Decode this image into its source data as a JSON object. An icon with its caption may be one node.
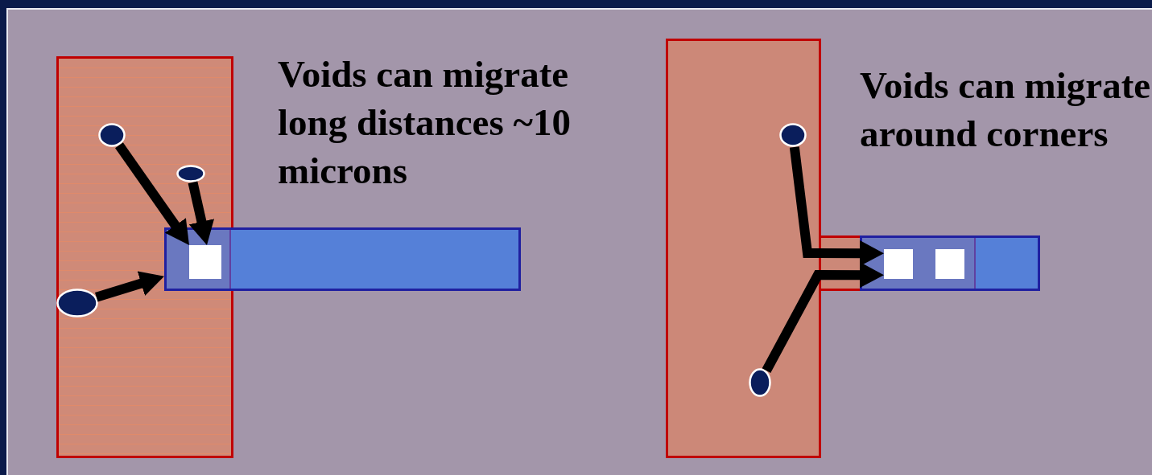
{
  "diagram": {
    "nodes": [
      {
        "text": [],
        "shape": "bar"
      },
      {
        "text": [],
        "shape": "bar"
      },
      {
        "text": [],
        "shape": "box"
      },
      {
        "text": [],
        "shape": "circle",
        "in": 0
      },
      {
        "text": [],
        "shape": "circle",
        "in": 0
      },
      {
        "text": [],
        "shape": "circle",
        "in": 0
      },
      {
        "text": [],
        "shape": "bar"
      },
      {
        "text": [],
        "shape": "bar"
      },
      {
        "text": [],
        "shape": "box",
        "in": 7
      },
      {
        "text": [],
        "shape": "box",
        "in": 7
      },
      {
        "text": [],
        "shape": "circle",
        "in": 6
      },
      {
        "text": [],
        "shape": "circle",
        "in": 6
      }
    ],
    "edges": [
      {
        "from": 3,
        "to": 2,
        "arrow": "to"
      },
      {
        "from": 4,
        "to": 2,
        "arrow": "to"
      },
      {
        "from": 5,
        "to": 1,
        "arrow": "to"
      },
      {
        "from": 10,
        "to": 8,
        "arrow": "to"
      },
      {
        "from": 11,
        "to": 8,
        "arrow": "to"
      }
    ],
    "labels": [
      "Voids can migrate long distances ~10 microns",
      "Voids can migrate around corners"
    ]
  }
}
